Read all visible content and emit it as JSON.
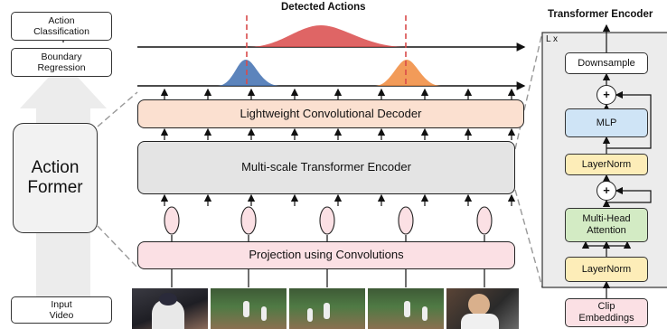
{
  "left": {
    "action_classification": "Action\nClassification",
    "boundary_regression": "Boundary\nRegression",
    "action_former": "Action\nFormer",
    "input_video": "Input\nVideo"
  },
  "main": {
    "detected_actions": "Detected Actions",
    "decoder": "Lightweight Convolutional Decoder",
    "encoder": "Multi-scale Transformer Encoder",
    "projection": "Projection using Convolutions"
  },
  "encoder_detail": {
    "title": "Transformer Encoder",
    "repeat": "L x",
    "downsample": "Downsample",
    "plus": "+",
    "mlp": "MLP",
    "layernorm_top": "LayerNorm",
    "mha": "Multi-Head\nAttention",
    "layernorm_bottom": "LayerNorm",
    "clip_embeddings": "Clip\nEmbeddings"
  },
  "colors": {
    "decoder_fill": "#fbe0d0",
    "encoder_fill": "#e4e4e4",
    "projection_fill": "#fbe0e4",
    "mlp_fill": "#cfe4f6",
    "layernorm_fill": "#fdedb8",
    "mha_fill": "#d3ebc4",
    "clip_fill": "#fbe0e4",
    "peak_red": "#d94a4a",
    "peak_blue": "#3f6fb0",
    "peak_orange": "#f08a3c"
  }
}
